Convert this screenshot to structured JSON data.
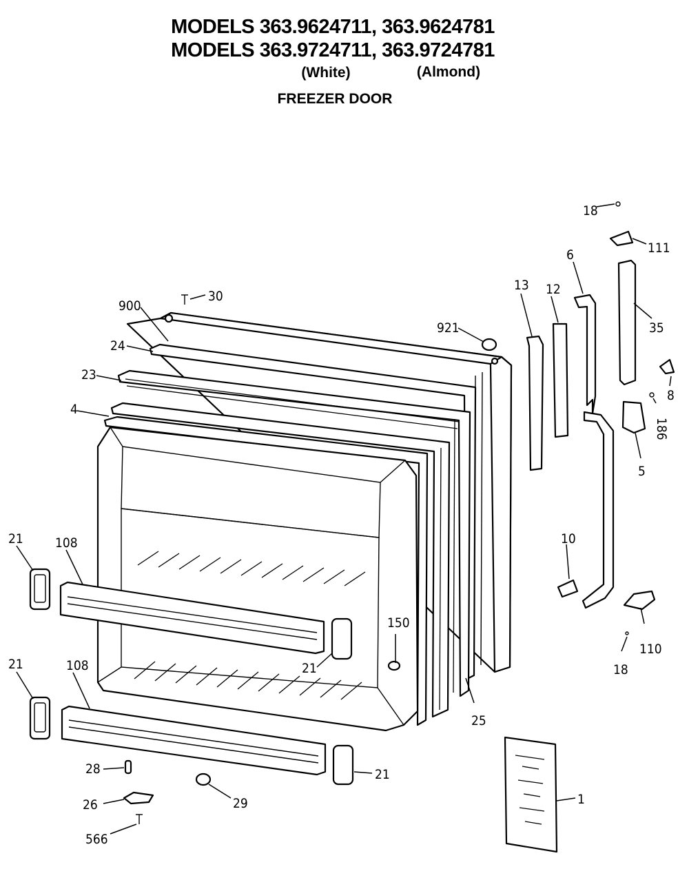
{
  "header": {
    "line1": "MODELS 363.9624711, 363.9624781",
    "line2": "MODELS 363.9724711, 363.9724781",
    "color_white": "(White)",
    "color_almond": "(Almond)",
    "title": "FREEZER DOOR"
  },
  "callouts": {
    "p18_top": "18",
    "p111": "111",
    "p6_top": "6",
    "p13": "13",
    "p12": "12",
    "p35": "35",
    "p900": "900",
    "p30": "30",
    "p921": "921",
    "p24": "24",
    "p23": "23",
    "p4": "4",
    "p8": "8",
    "p186": "186",
    "p5": "5",
    "p10": "10",
    "p110": "110",
    "p18_bottom": "18",
    "p21_left_top": "21",
    "p108_top": "108",
    "p21_left_bottom": "21",
    "p108_bottom": "108",
    "p21_mid": "21",
    "p150": "150",
    "p25": "25",
    "p28": "28",
    "p21_bottom_right": "21",
    "p29": "29",
    "p26": "26",
    "p566": "566",
    "p1": "1"
  }
}
